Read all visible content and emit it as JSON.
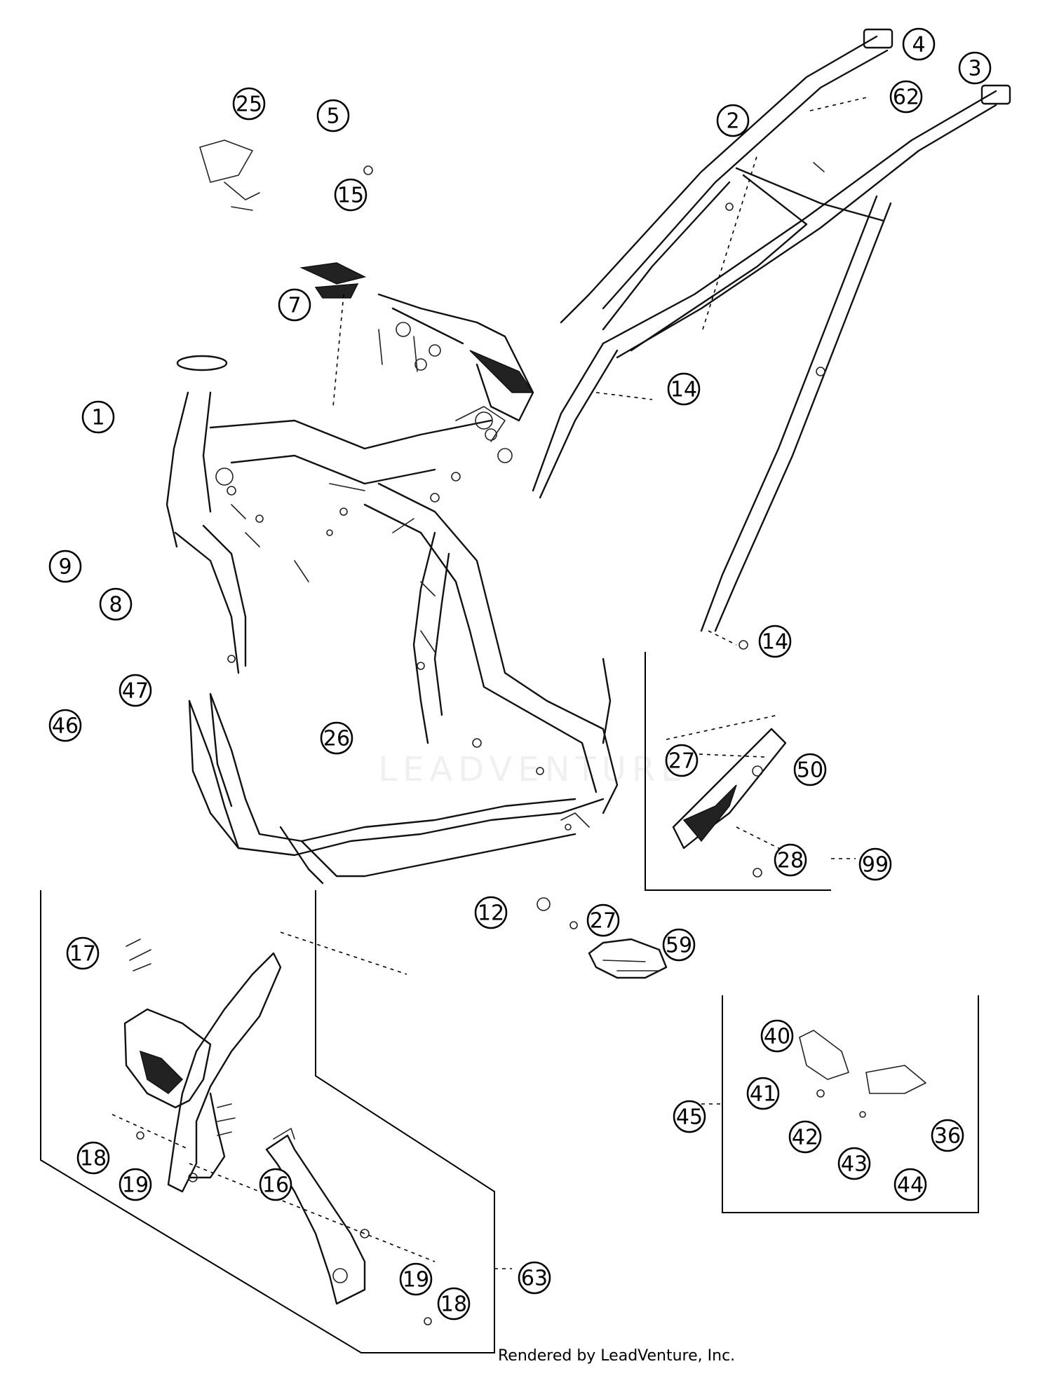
{
  "callouts": [
    {
      "id": "1",
      "label": "1"
    },
    {
      "id": "2",
      "label": "2"
    },
    {
      "id": "3",
      "label": "3"
    },
    {
      "id": "4",
      "label": "4"
    },
    {
      "id": "5",
      "label": "5"
    },
    {
      "id": "7",
      "label": "7"
    },
    {
      "id": "8",
      "label": "8"
    },
    {
      "id": "9",
      "label": "9"
    },
    {
      "id": "12",
      "label": "12"
    },
    {
      "id": "14a",
      "label": "14"
    },
    {
      "id": "14b",
      "label": "14"
    },
    {
      "id": "15",
      "label": "15"
    },
    {
      "id": "16",
      "label": "16"
    },
    {
      "id": "17",
      "label": "17"
    },
    {
      "id": "18a",
      "label": "18"
    },
    {
      "id": "18b",
      "label": "18"
    },
    {
      "id": "19a",
      "label": "19"
    },
    {
      "id": "19b",
      "label": "19"
    },
    {
      "id": "25",
      "label": "25"
    },
    {
      "id": "26",
      "label": "26"
    },
    {
      "id": "27a",
      "label": "27"
    },
    {
      "id": "27b",
      "label": "27"
    },
    {
      "id": "28",
      "label": "28"
    },
    {
      "id": "36",
      "label": "36"
    },
    {
      "id": "40",
      "label": "40"
    },
    {
      "id": "41",
      "label": "41"
    },
    {
      "id": "42",
      "label": "42"
    },
    {
      "id": "43",
      "label": "43"
    },
    {
      "id": "44",
      "label": "44"
    },
    {
      "id": "45",
      "label": "45"
    },
    {
      "id": "46",
      "label": "46"
    },
    {
      "id": "47",
      "label": "47"
    },
    {
      "id": "50",
      "label": "50"
    },
    {
      "id": "59",
      "label": "59"
    },
    {
      "id": "62",
      "label": "62"
    },
    {
      "id": "63",
      "label": "63"
    },
    {
      "id": "99",
      "label": "99"
    }
  ],
  "watermark": "LEADVENTURE",
  "footer": "Rendered by LeadVenture, Inc."
}
